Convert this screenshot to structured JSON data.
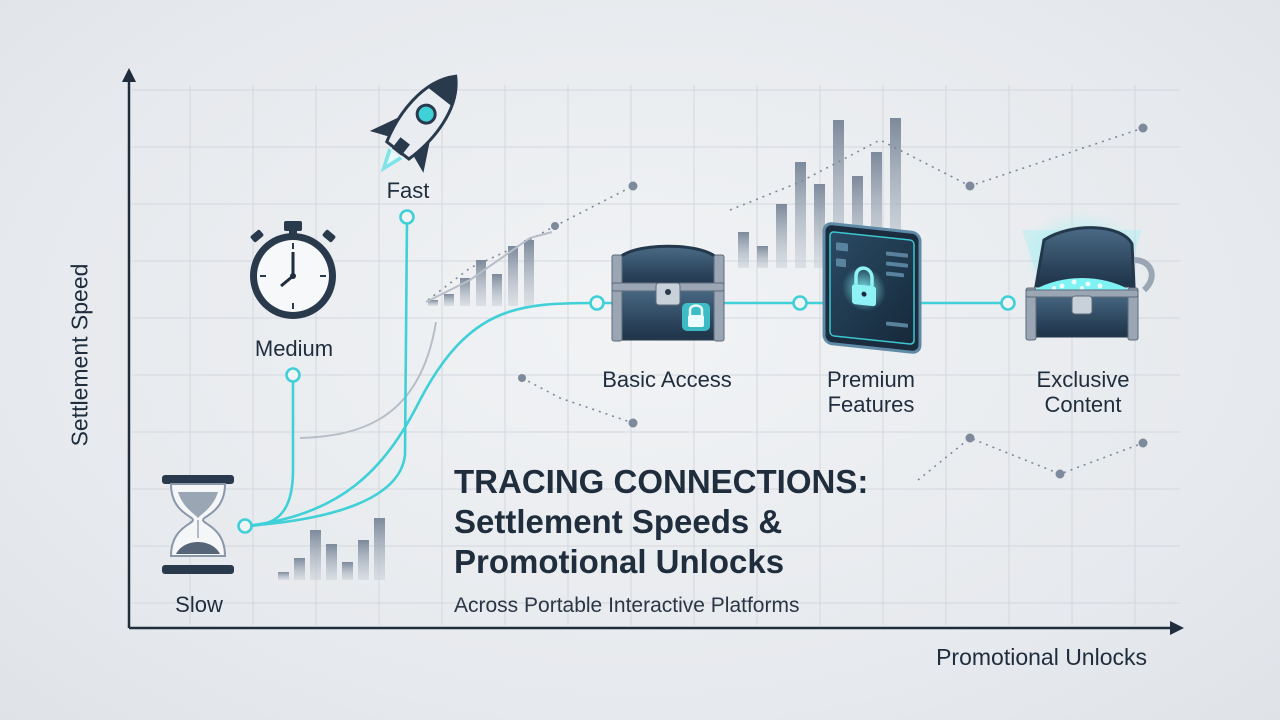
{
  "axes": {
    "y_label": "Settlement Speed",
    "x_label": "Promotional Unlocks"
  },
  "speed_levels": [
    {
      "label": "Slow",
      "icon": "hourglass-icon"
    },
    {
      "label": "Medium",
      "icon": "stopwatch-icon"
    },
    {
      "label": "Fast",
      "icon": "rocket-icon"
    }
  ],
  "unlock_tiers": [
    {
      "label_line1": "Basic Access",
      "label_line2": "",
      "icon": "locked-chest-icon"
    },
    {
      "label_line1": "Premium",
      "label_line2": "Features",
      "icon": "lock-screen-icon"
    },
    {
      "label_line1": "Exclusive",
      "label_line2": "Content",
      "icon": "open-treasure-chest-icon"
    }
  ],
  "title": {
    "line1": "TRACING CONNECTIONS:",
    "line2": "Settlement Speeds &",
    "line3": "Promotional Unlocks"
  },
  "subtitle": "Across Portable Interactive Platforms",
  "colors": {
    "accent": "#3fd0d8",
    "ink": "#1f2d3d",
    "bars": "#8a97a8",
    "grid": "#d3d8de"
  }
}
